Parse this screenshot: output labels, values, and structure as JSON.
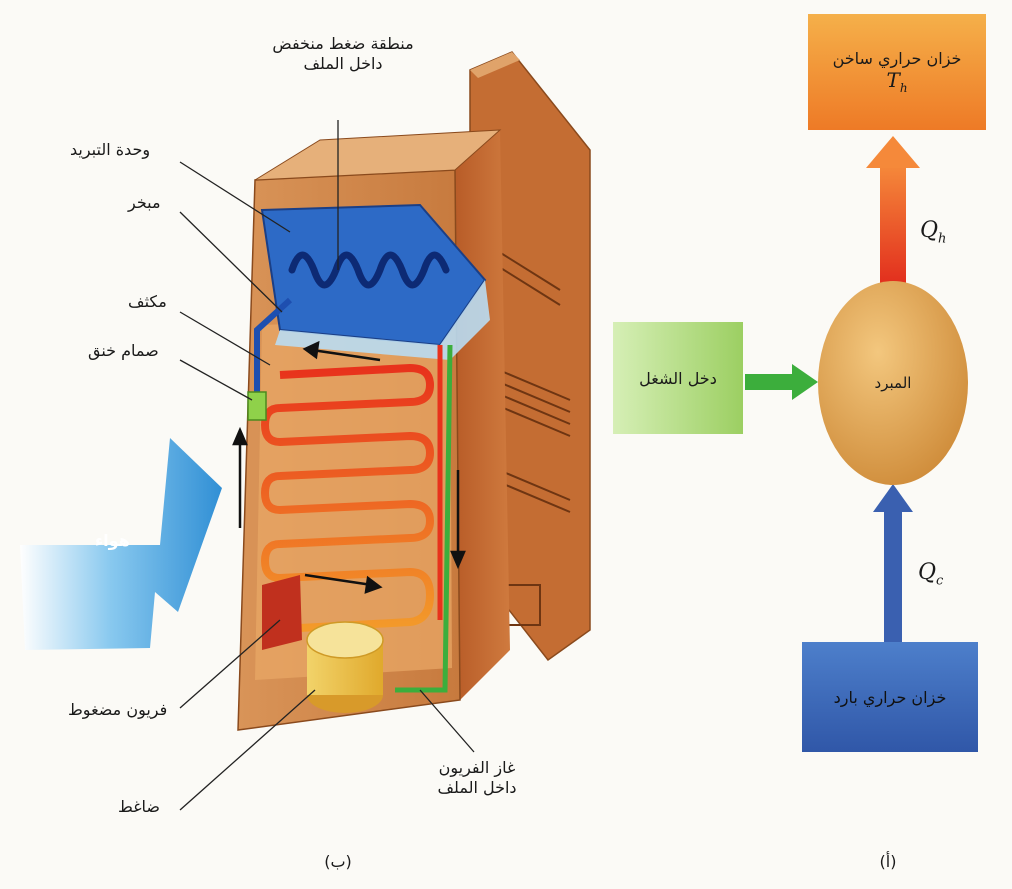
{
  "refrigerator": {
    "label_low_pressure_line1": "منطقة ضغط منخفض",
    "label_low_pressure_line2": "داخل الملف",
    "label_cooling_unit": "وحدة التبريد",
    "label_evaporator": "مبخر",
    "label_condenser": "مكثف",
    "label_throttle_valve": "صمام خنق",
    "label_air": "هواء",
    "label_compressed_freon": "فريون مضغوط",
    "label_compressor": "ضاغط",
    "label_freon_gas_line1": "غاز الفريون",
    "label_freon_gas_line2": "داخل الملف",
    "caption": "(ب)"
  },
  "energy_diagram": {
    "hot_reservoir": "خزان حراري ساخن",
    "hot_temp": "T",
    "hot_temp_sub": "h",
    "heat_hot": "Q",
    "heat_hot_sub": "h",
    "engine": "المبرد",
    "work_input": "دخل الشغل",
    "heat_cold": "Q",
    "heat_cold_sub": "c",
    "cold_reservoir": "خزان حراري بارد",
    "caption": "(أ)"
  },
  "colors": {
    "hot_box": "#f08a2c",
    "cold_box": "#3b68b8",
    "work_box": "#a8d870",
    "engine": "#e0a14e",
    "hot_arrow": "#e83a22",
    "cold_arrow": "#3a60b0",
    "work_arrow": "#3cae3c",
    "air_arrow": "#2f8fd6",
    "cabinet": "#c9753c"
  }
}
